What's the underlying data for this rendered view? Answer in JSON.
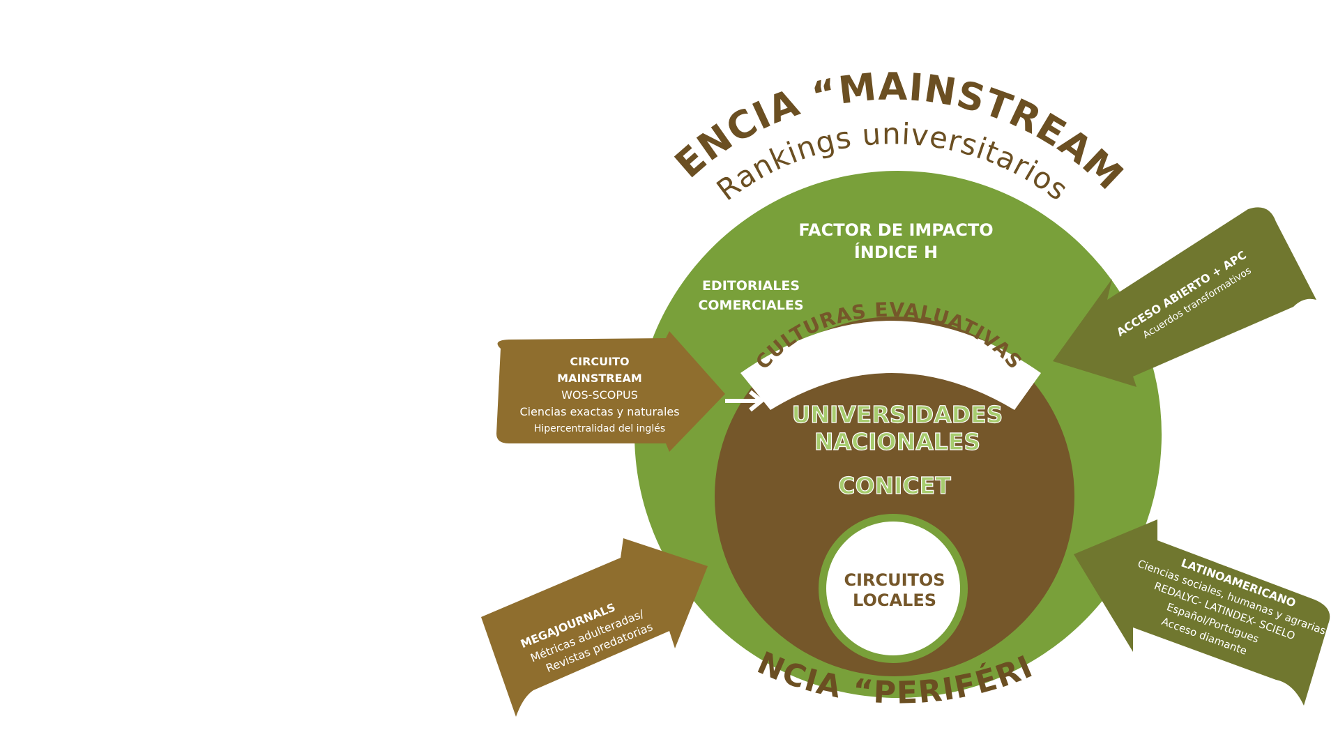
{
  "colors": {
    "outer_green": "#79a03a",
    "inner_brown": "#75572a",
    "arrow_brown": "#8f6e2e",
    "arrow_olive": "#70772f",
    "title_brown": "#6b4f22",
    "inner_green_text": "#a7cc6e",
    "white": "#ffffff"
  },
  "top_title": {
    "line1": "CIENCIA “MAINSTREAM”",
    "line2": "Rankings universitarios"
  },
  "bottom_title": "CIENCIA “PERIFÉRICA”",
  "outer_ring": {
    "factor_impacto": "FACTOR DE IMPACTO",
    "indice_h": "ÍNDICE H",
    "editoriales": "EDITORIALES",
    "comerciales": "COMERCIALES"
  },
  "band_label": "CULTURAS EVALUATIVAS",
  "inner_circle": {
    "universidades": "UNIVERSIDADES",
    "nacionales": "NACIONALES",
    "conicet": "CONICET"
  },
  "core": {
    "line1": "CIRCUITOS",
    "line2": "LOCALES"
  },
  "arrows": {
    "mainstream": {
      "title1": "CIRCUITO",
      "title2": "MAINSTREAM",
      "line1": "WOS-SCOPUS",
      "line2": "Ciencias exactas y naturales",
      "line3": "Hipercentralidad del inglés"
    },
    "megajournals": {
      "title": "MEGAJOURNALS",
      "line1": "Métricas adulteradas/",
      "line2": "Revistas predatorias"
    },
    "acceso_abierto": {
      "title": "ACCESO ABIERTO + APC",
      "line1": "Acuerdos transformativos"
    },
    "latinoamericano": {
      "title1": "CIRCUITO",
      "title2": "LATINOAMERICANO",
      "line1": "Ciencias sociales, humanas y agrarias",
      "line2": "REDALYC- LATINDEX- SCIELO",
      "line3": "Español/Portugues",
      "line4": "Acceso diamante"
    }
  }
}
